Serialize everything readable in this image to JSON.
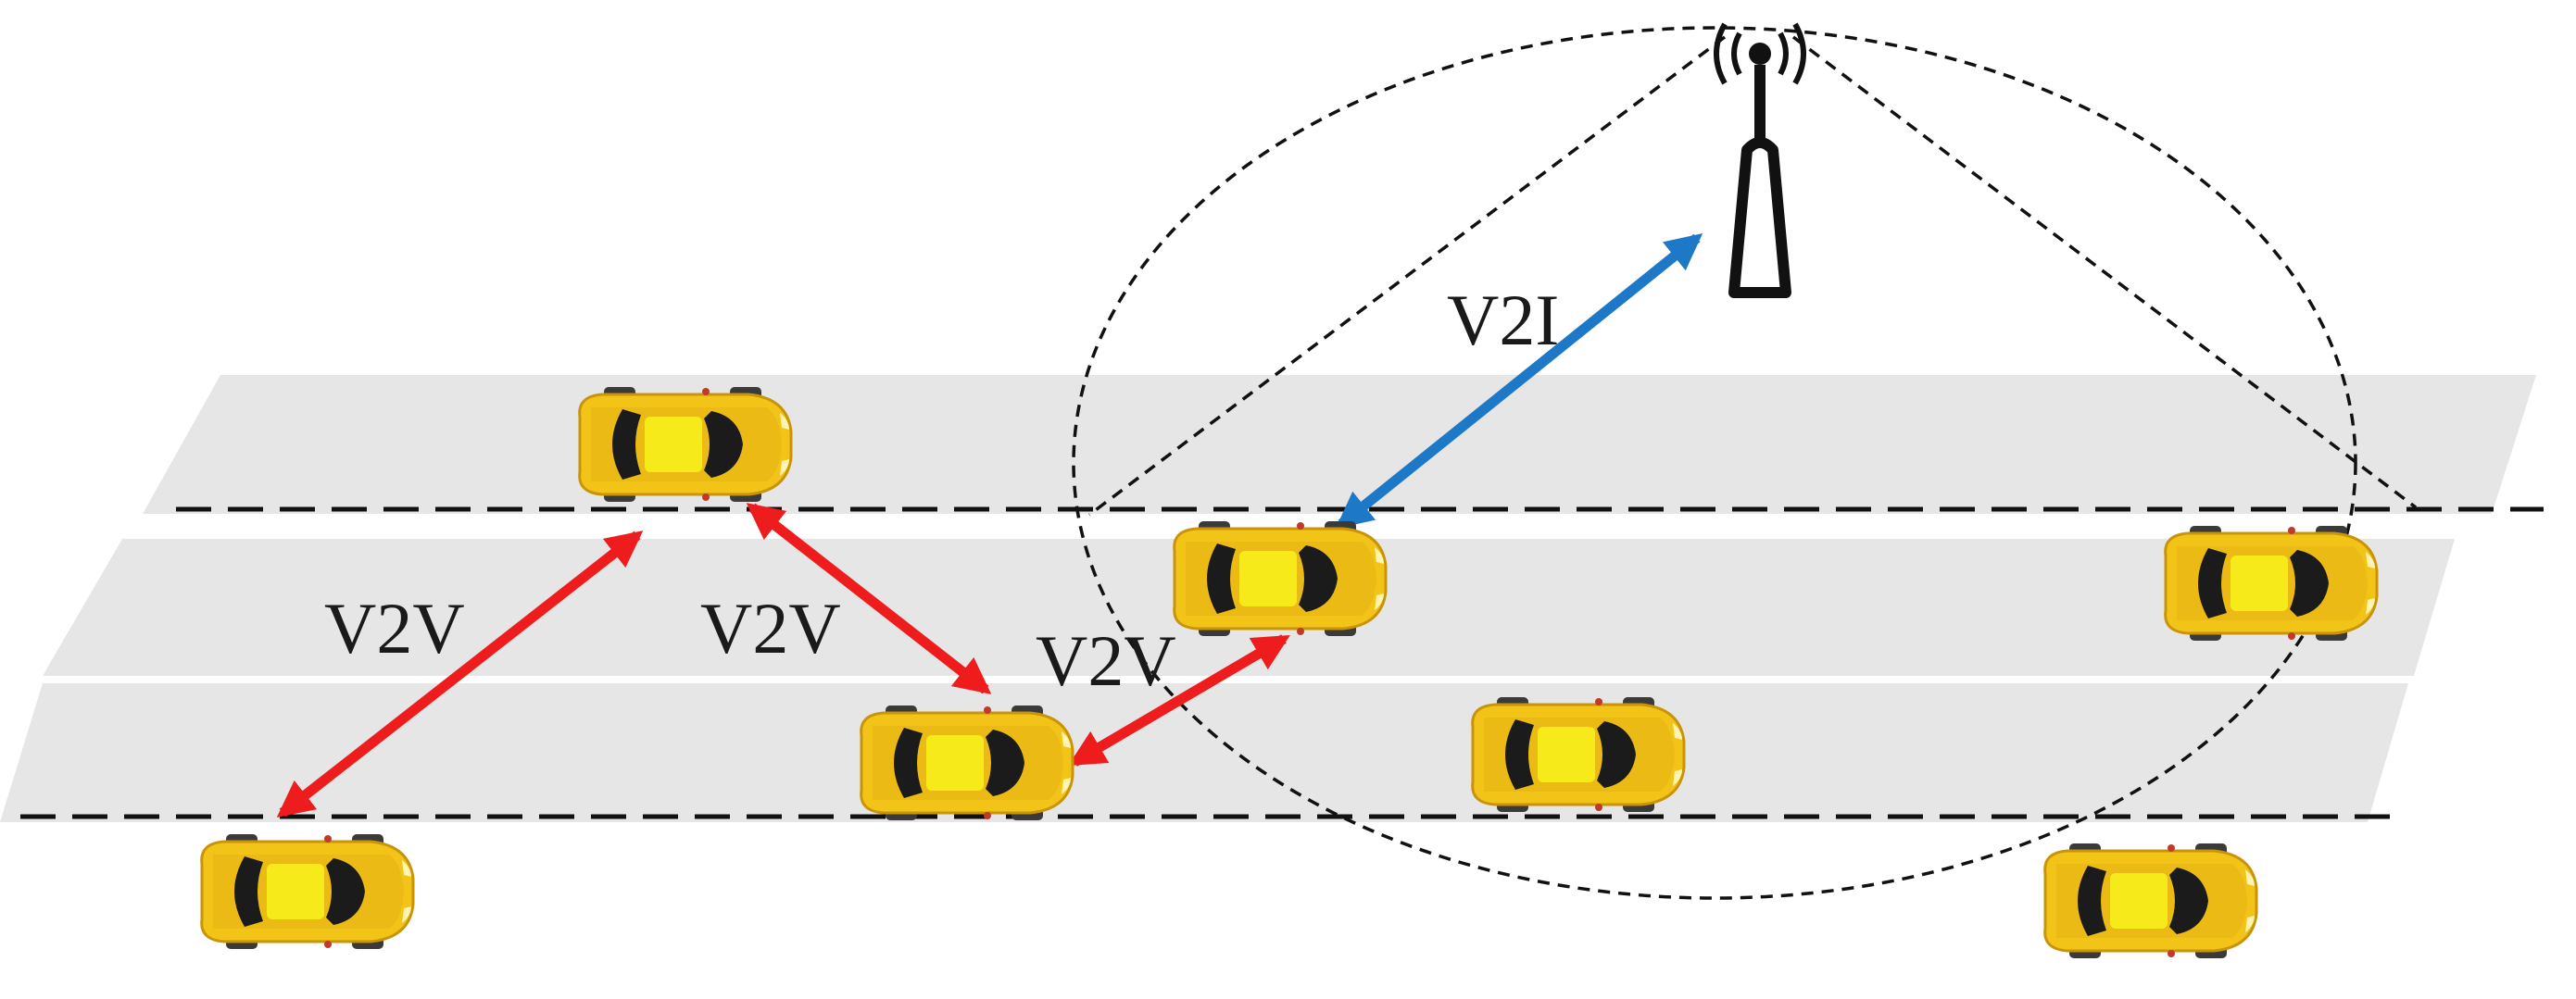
{
  "labels": {
    "v2i": "V2I",
    "v2v_left": "V2V",
    "v2v_middle": "V2V",
    "v2v_right": "V2V"
  },
  "colors": {
    "road": "#e6e6e6",
    "lane_divider": "#111111",
    "coverage_outline": "#111111",
    "v2v_arrow": "#ee1c1c",
    "v2i_arrow": "#1e78c8",
    "car_body": "#f2c418",
    "car_body_shade": "#d9a60c",
    "car_roof": "#f7ea1a",
    "car_glass": "#1b1b1b"
  },
  "icons": {
    "base_station": "cell-tower-icon",
    "vehicle": "car-icon"
  }
}
